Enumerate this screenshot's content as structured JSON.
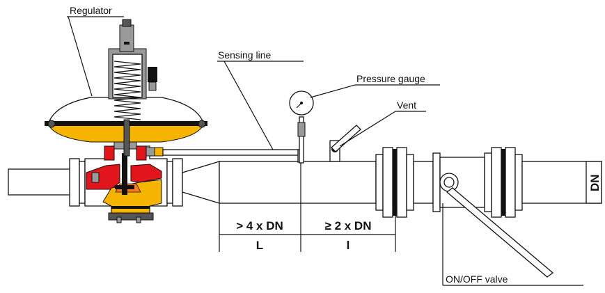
{
  "labels": {
    "regulator": "Regulator",
    "sensing_line": "Sensing line",
    "pressure_gauge": "Pressure gauge",
    "vent": "Vent",
    "on_off_valve": "ON/OFF valve",
    "dn": "DN"
  },
  "dimensions": {
    "upstream_rule": "> 4 x DN",
    "downstream_rule": "≥ 2 x DN",
    "upstream_symbol": "L",
    "downstream_symbol": "l"
  },
  "colors": {
    "pressure_zone": "#e3151c",
    "outlet_zone": "#f4b400",
    "body_grey": "#9a9a9a"
  }
}
